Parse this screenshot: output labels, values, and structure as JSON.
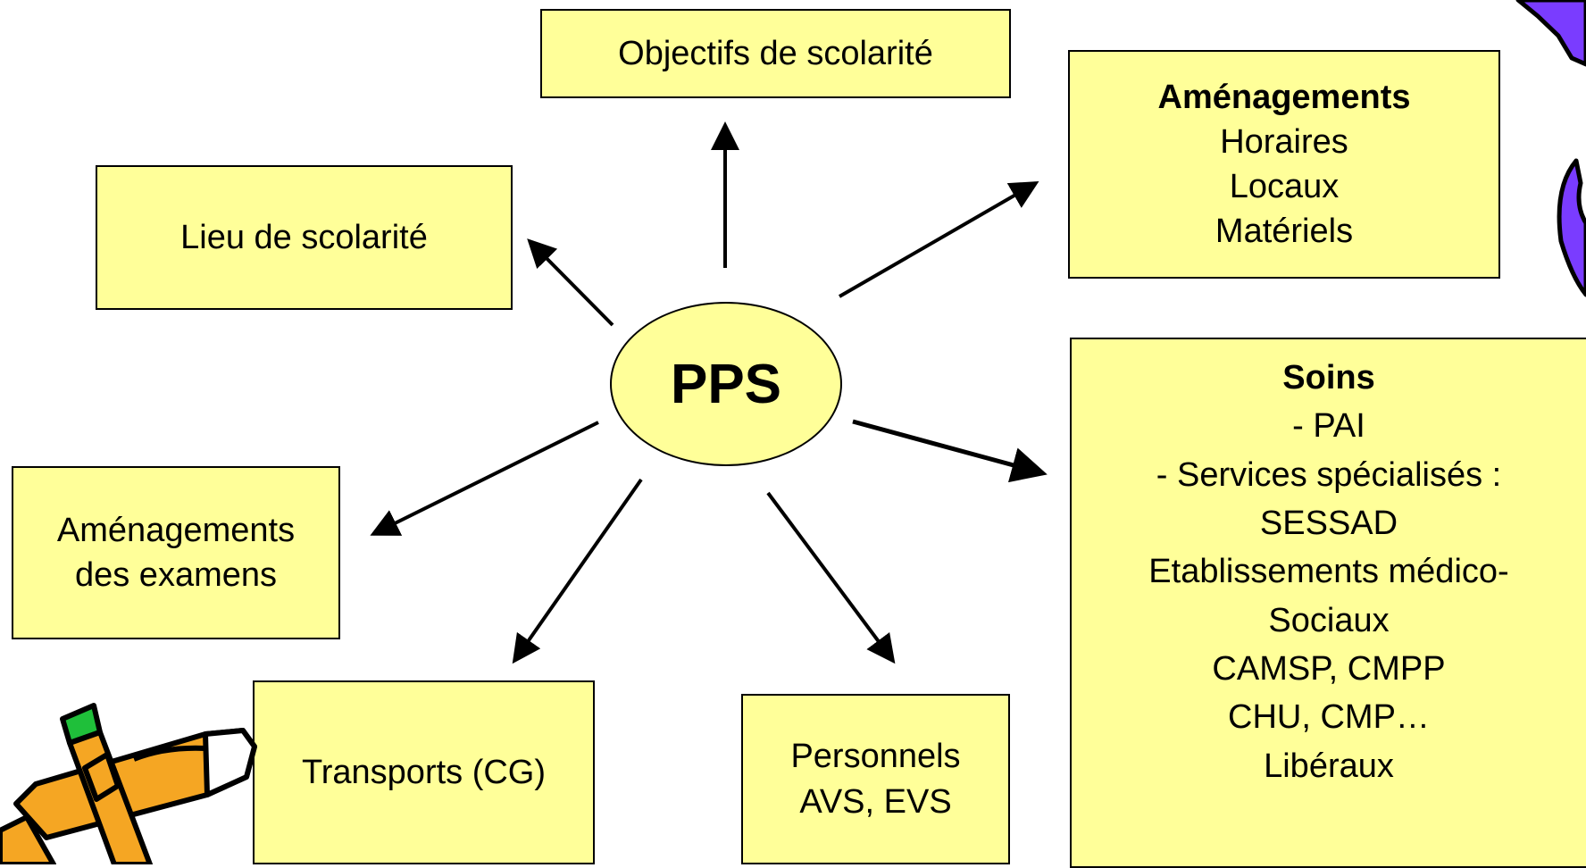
{
  "center": "PPS",
  "boxes": {
    "objectifs": "Objectifs de scolarité",
    "lieu": "Lieu de scolarité",
    "amenagements": {
      "title": "Aménagements",
      "lines": [
        "Horaires",
        "Locaux",
        "Matériels"
      ]
    },
    "examens": {
      "line1": "Aménagements",
      "line2": "des examens"
    },
    "transports": "Transports (CG)",
    "personnels": {
      "line1": "Personnels",
      "line2": "AVS, EVS"
    },
    "soins": {
      "title": "Soins",
      "lines": [
        "- PAI",
        "- Services spécialisés :",
        "SESSAD",
        "Etablissements médico-",
        "Sociaux",
        "CAMSP, CMPP",
        "CHU, CMP…",
        "Libéraux"
      ]
    }
  },
  "colors": {
    "box_fill": "#ffff99",
    "ellipse_fill": "#ffff99",
    "clipart_purple": "#7a3cff",
    "clipart_orange": "#f5a623",
    "clipart_green": "#1fbf3a"
  }
}
